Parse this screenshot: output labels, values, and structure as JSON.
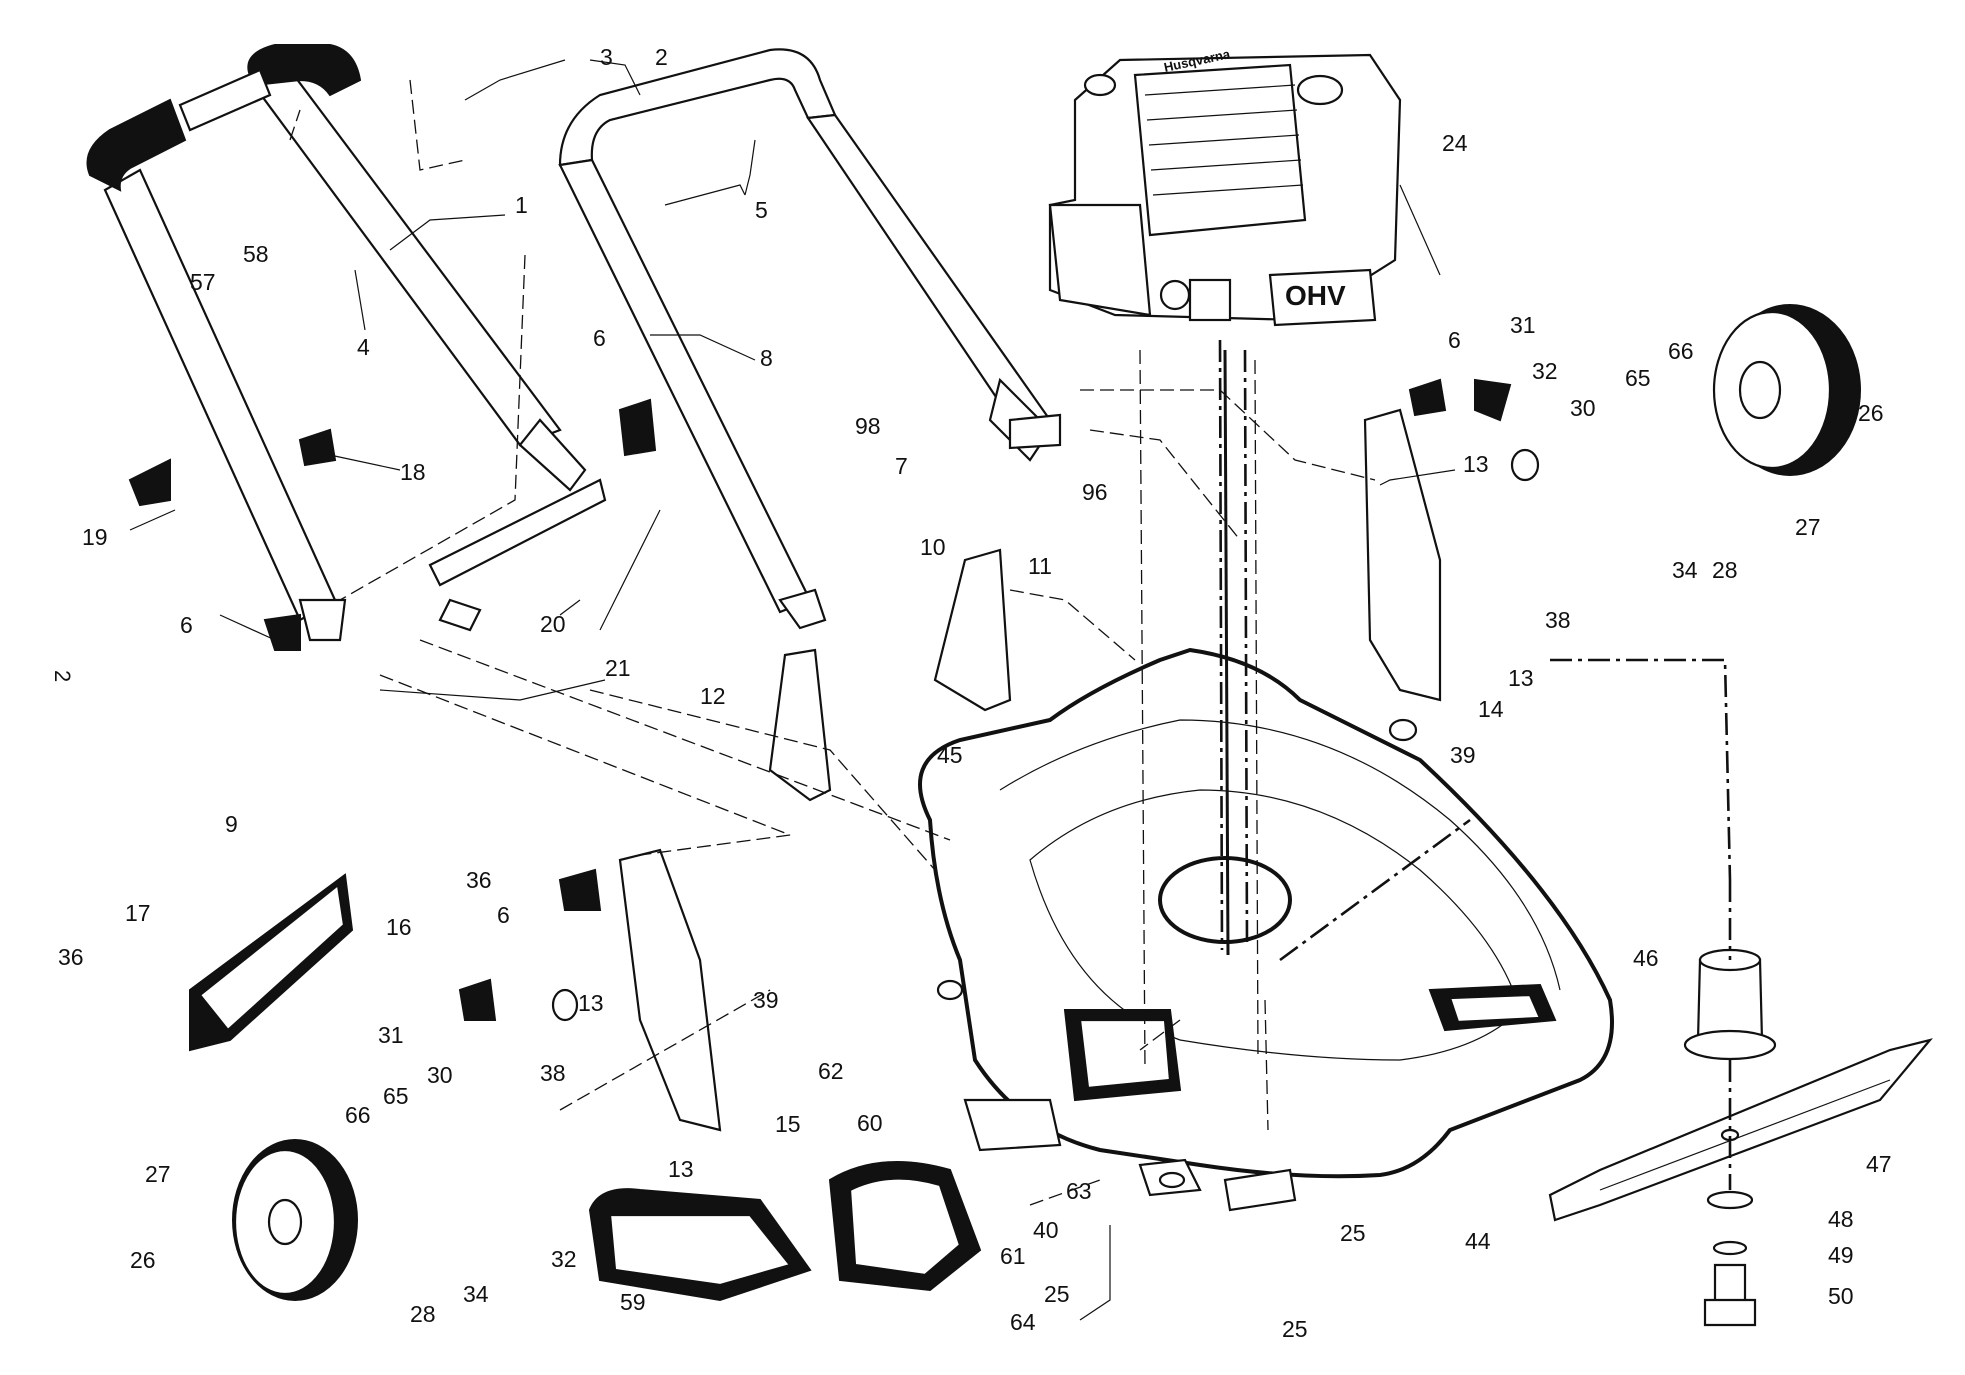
{
  "page_marker": "2",
  "engine": {
    "brand": "Husqvarna",
    "badge": "OHV"
  },
  "parts": [
    {
      "id": "p1",
      "number": "1"
    },
    {
      "id": "p2",
      "number": "2"
    },
    {
      "id": "p3",
      "number": "3"
    },
    {
      "id": "p4",
      "number": "4"
    },
    {
      "id": "p5",
      "number": "5"
    },
    {
      "id": "p6a",
      "number": "6"
    },
    {
      "id": "p6b",
      "number": "6"
    },
    {
      "id": "p6c",
      "number": "6"
    },
    {
      "id": "p6d",
      "number": "6"
    },
    {
      "id": "p7",
      "number": "7"
    },
    {
      "id": "p8",
      "number": "8"
    },
    {
      "id": "p9",
      "number": "9"
    },
    {
      "id": "p10",
      "number": "10"
    },
    {
      "id": "p11",
      "number": "11"
    },
    {
      "id": "p12",
      "number": "12"
    },
    {
      "id": "p13a",
      "number": "13"
    },
    {
      "id": "p13b",
      "number": "13"
    },
    {
      "id": "p13c",
      "number": "13"
    },
    {
      "id": "p13d",
      "number": "13"
    },
    {
      "id": "p14",
      "number": "14"
    },
    {
      "id": "p15",
      "number": "15"
    },
    {
      "id": "p16",
      "number": "16"
    },
    {
      "id": "p17",
      "number": "17"
    },
    {
      "id": "p18",
      "number": "18"
    },
    {
      "id": "p19",
      "number": "19"
    },
    {
      "id": "p20",
      "number": "20"
    },
    {
      "id": "p21a",
      "number": "21"
    },
    {
      "id": "p21b",
      "number": "21"
    },
    {
      "id": "p24",
      "number": "24"
    },
    {
      "id": "p25a",
      "number": "25"
    },
    {
      "id": "p25b",
      "number": "25"
    },
    {
      "id": "p25c",
      "number": "25"
    },
    {
      "id": "p26a",
      "number": "26"
    },
    {
      "id": "p26b",
      "number": "26"
    },
    {
      "id": "p27a",
      "number": "27"
    },
    {
      "id": "p27b",
      "number": "27"
    },
    {
      "id": "p28a",
      "number": "28"
    },
    {
      "id": "p28b",
      "number": "28"
    },
    {
      "id": "p30a",
      "number": "30"
    },
    {
      "id": "p30b",
      "number": "30"
    },
    {
      "id": "p31a",
      "number": "31"
    },
    {
      "id": "p31b",
      "number": "31"
    },
    {
      "id": "p32a",
      "number": "32"
    },
    {
      "id": "p32b",
      "number": "32"
    },
    {
      "id": "p34a",
      "number": "34"
    },
    {
      "id": "p34b",
      "number": "34"
    },
    {
      "id": "p36a",
      "number": "36"
    },
    {
      "id": "p36b",
      "number": "36"
    },
    {
      "id": "p38a",
      "number": "38"
    },
    {
      "id": "p38b",
      "number": "38"
    },
    {
      "id": "p39a",
      "number": "39"
    },
    {
      "id": "p39b",
      "number": "39"
    },
    {
      "id": "p40",
      "number": "40"
    },
    {
      "id": "p44",
      "number": "44"
    },
    {
      "id": "p45",
      "number": "45"
    },
    {
      "id": "p46",
      "number": "46"
    },
    {
      "id": "p47",
      "number": "47"
    },
    {
      "id": "p48",
      "number": "48"
    },
    {
      "id": "p49",
      "number": "49"
    },
    {
      "id": "p50",
      "number": "50"
    },
    {
      "id": "p57",
      "number": "57"
    },
    {
      "id": "p58",
      "number": "58"
    },
    {
      "id": "p59",
      "number": "59"
    },
    {
      "id": "p60",
      "number": "60"
    },
    {
      "id": "p61",
      "number": "61"
    },
    {
      "id": "p62",
      "number": "62"
    },
    {
      "id": "p63",
      "number": "63"
    },
    {
      "id": "p64",
      "number": "64"
    },
    {
      "id": "p65a",
      "number": "65"
    },
    {
      "id": "p65b",
      "number": "65"
    },
    {
      "id": "p66a",
      "number": "66"
    },
    {
      "id": "p66b",
      "number": "66"
    },
    {
      "id": "p96",
      "number": "96"
    },
    {
      "id": "p98",
      "number": "98"
    }
  ]
}
